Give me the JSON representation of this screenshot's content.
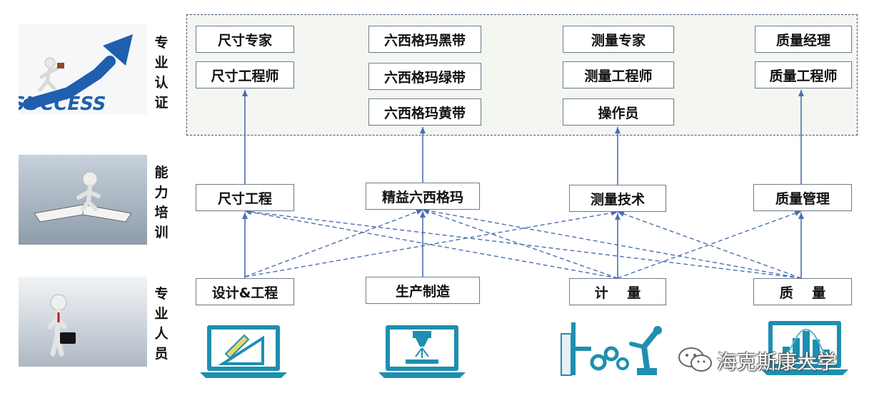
{
  "side_labels": {
    "certification": "专业认证",
    "training": "能力培训",
    "personnel": "专业人员"
  },
  "images": {
    "certification": "success-growth-arrow",
    "training": "figure-on-open-book",
    "personnel": "figure-with-briefcase"
  },
  "columns": [
    {
      "key": "dimension",
      "cert": [
        "尺寸专家",
        "尺寸工程师"
      ],
      "training": "尺寸工程",
      "role": "设计&工程",
      "icon": "laptop-drafting-icon"
    },
    {
      "key": "lean",
      "cert": [
        "六西格玛黑带",
        "六西格玛绿带",
        "六西格玛黄带"
      ],
      "training": "精益六西格玛",
      "role": "生产制造",
      "icon": "laptop-machining-icon"
    },
    {
      "key": "metrology",
      "cert": [
        "测量专家",
        "测量工程师",
        "操作员"
      ],
      "training": "测量技术",
      "role": "计    量",
      "icon": "robot-arm-icon"
    },
    {
      "key": "quality",
      "cert": [
        "质量经理",
        "质量工程师"
      ],
      "training": "质量管理",
      "role": "质    量",
      "icon": "laptop-chart-icon"
    }
  ],
  "watermark": {
    "text": "海克斯康大学",
    "icon": "wechat-icon"
  },
  "colors": {
    "box_border": "#6f7f90",
    "arrow": "#4a6fb3",
    "panel_border": "#3c5478",
    "panel_fill": "#f4f6f1",
    "icon_teal": "#1e8fb0"
  }
}
